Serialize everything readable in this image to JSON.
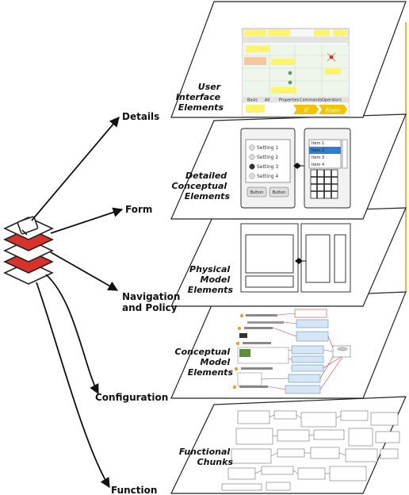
{
  "colors": {
    "layer_fill": "#ffffff",
    "layer_stroke": "#222222",
    "accent_orange": "#e8a21c",
    "icon_red": "#d9322b",
    "ui_sticky": "#fff36b",
    "ui_grid_green": "#dfeedd",
    "ui_header_gray": "#e3e3e3",
    "concept_red": "#d43a3a",
    "concept_blue": "#d7e6f5"
  },
  "arrow_labels": [
    "Details",
    "Form",
    "Navigation\nand Policy",
    "Configuration",
    "Function"
  ],
  "layers": [
    {
      "name": "user-interface",
      "label_lines": [
        "User",
        "Interface",
        "Elements"
      ]
    },
    {
      "name": "detailed-conceptual",
      "label_lines": [
        "Detailed",
        "Conceptual",
        "Elements"
      ]
    },
    {
      "name": "physical-model",
      "label_lines": [
        "Physical",
        "Model",
        "Elements"
      ]
    },
    {
      "name": "conceptual-model",
      "label_lines": [
        "Conceptual",
        "Model",
        "Elements"
      ]
    },
    {
      "name": "functional-chunks",
      "label_lines": [
        "Functional",
        "Chunks"
      ]
    }
  ],
  "ui_mockup": {
    "tabs": [
      "Basic",
      "All",
      "Properties",
      "Commands",
      "Operators"
    ],
    "if_label": "if",
    "then_label": "then"
  },
  "detailed_conceptual": {
    "settings": [
      "Setting 1",
      "Setting 2",
      "Setting 3",
      "Setting 4"
    ],
    "buttons": [
      "Button",
      "Button"
    ],
    "list_items": [
      "Item 1",
      "Item 2",
      "Item 3",
      "Item 4"
    ]
  }
}
